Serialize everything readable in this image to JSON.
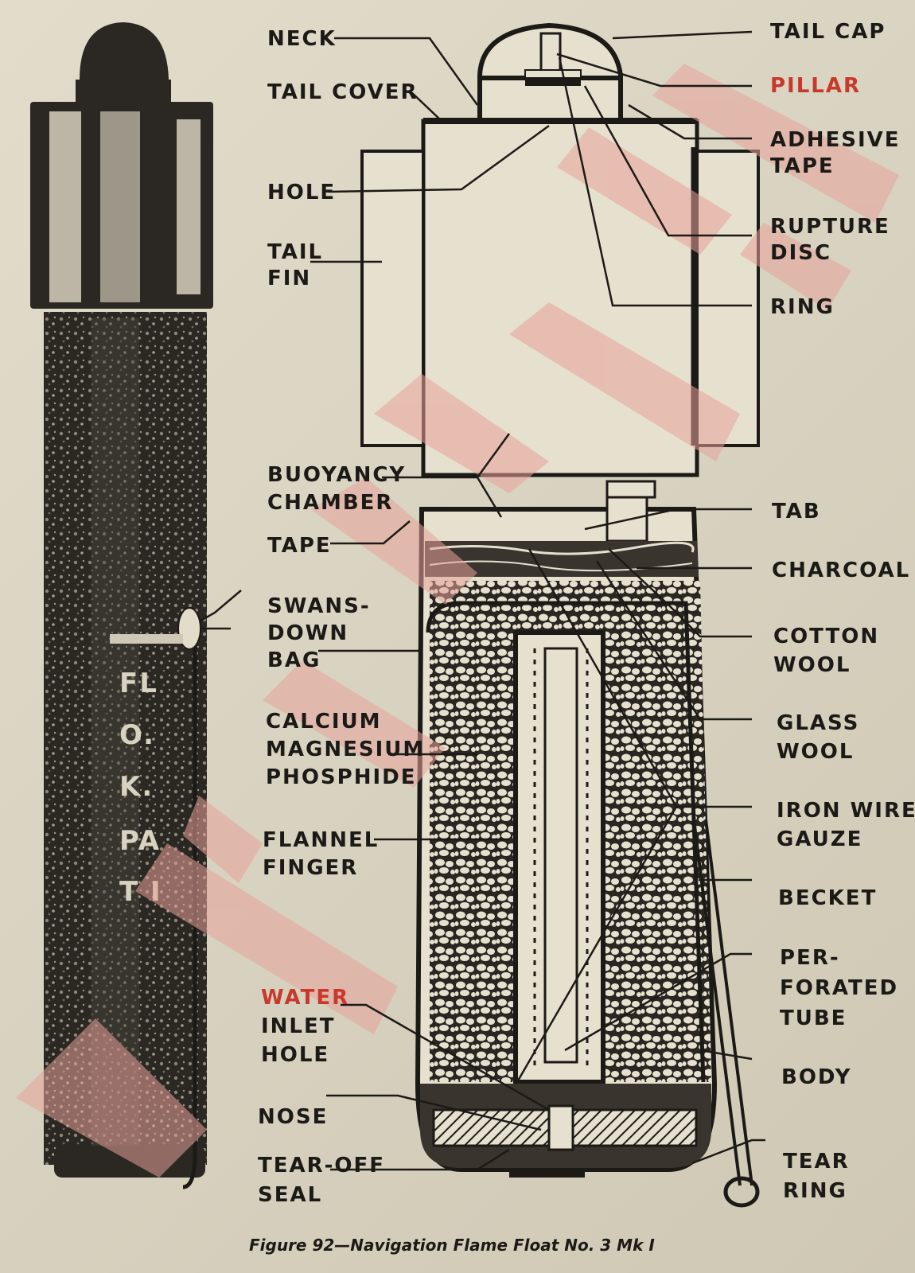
{
  "figure": {
    "caption": "Figure 92—Navigation Flame Float No. 3 Mk I"
  },
  "photo": {
    "stencil_lines": [
      "FL",
      "O.",
      "K.",
      "PA",
      "T I"
    ]
  },
  "labels": {
    "neck": "NECK",
    "tail_cover": "TAIL COVER",
    "hole": "HOLE",
    "tail_fin": [
      "TAIL",
      "FIN"
    ],
    "buoyancy_chamber": [
      "BUOYANCY",
      "CHAMBER"
    ],
    "tape": "TAPE",
    "swansdown_bag": [
      "SWANS-",
      "DOWN",
      "BAG"
    ],
    "calcium_magnesium_phosphide": [
      "CALCIUM",
      "MAGNESIUM",
      "PHOSPHIDE"
    ],
    "flannel_finger": [
      "FLANNEL",
      "FINGER"
    ],
    "water_inlet_hole": [
      "WATER",
      "INLET",
      "HOLE"
    ],
    "nose": "NOSE",
    "tear_off_seal": [
      "TEAR-OFF",
      "SEAL"
    ],
    "tail_cap": "TAIL CAP",
    "pillar": "PILLAR",
    "adhesive_tape": [
      "ADHESIVE",
      "TAPE"
    ],
    "rupture_disc": [
      "RUPTURE",
      "DISC"
    ],
    "ring": "RING",
    "tab": "TAB",
    "charcoal": "CHARCOAL",
    "cotton_wool": [
      "COTTON",
      "WOOL"
    ],
    "glass_wool": [
      "GLASS",
      "WOOL"
    ],
    "iron_wire_gauze": [
      "IRON WIRE",
      "GAUZE"
    ],
    "becket": "BECKET",
    "perforated_tube": [
      "PER-",
      "FORATED",
      "TUBE"
    ],
    "body": "BODY",
    "tear_ring": [
      "TEAR",
      "RING"
    ]
  },
  "colors": {
    "paper": "#dcd6c4",
    "ink": "#1c1a17",
    "highlight_red": "#c8392c",
    "watermark": "#e8a29a"
  }
}
